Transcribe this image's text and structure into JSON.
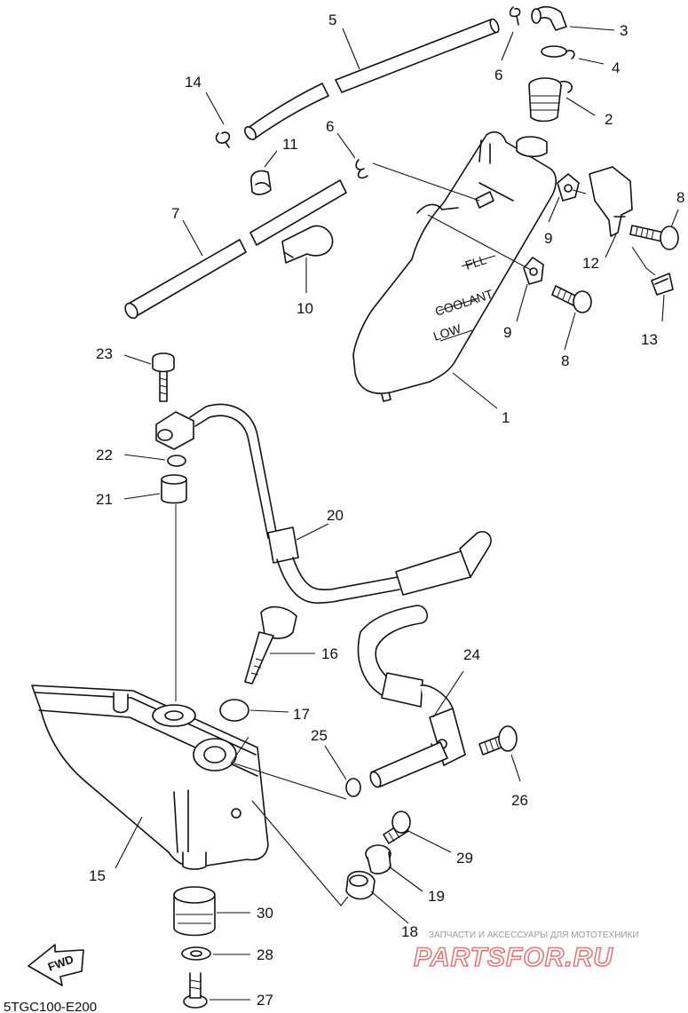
{
  "callouts": {
    "c1": "1",
    "c2": "2",
    "c3": "3",
    "c4": "4",
    "c5": "5",
    "c6a": "6",
    "c6b": "6",
    "c7": "7",
    "c8a": "8",
    "c8b": "8",
    "c9a": "9",
    "c9b": "9",
    "c10": "10",
    "c11": "11",
    "c12": "12",
    "c13": "13",
    "c14": "14",
    "c15": "15",
    "c16": "16",
    "c17": "17",
    "c18": "18",
    "c19": "19",
    "c20": "20",
    "c21": "21",
    "c22": "22",
    "c23": "23",
    "c24": "24",
    "c25": "25",
    "c26": "26",
    "c27": "27",
    "c28": "28",
    "c29": "29",
    "c30": "30"
  },
  "reservoir_marks": {
    "full": "FLL",
    "coolant": "COOLANT",
    "low": "LOW"
  },
  "fwd_arrow": "FWD",
  "diagram_code": "5TGC100-E200",
  "watermark": {
    "tagline": "ЗАПЧАСТИ И АКСЕССУАРЫ ДЛЯ МОТОТЕХНИКИ",
    "brand": "PARTSFOR.RU"
  }
}
